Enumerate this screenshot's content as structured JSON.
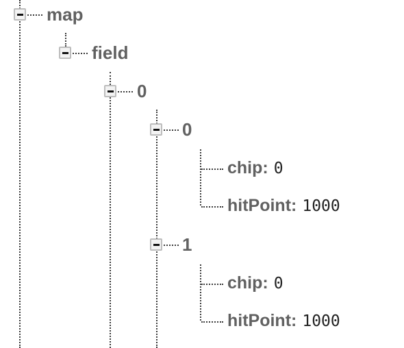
{
  "tree": {
    "root": {
      "key": "map"
    },
    "field": {
      "key": "field"
    },
    "row0": {
      "key": "0"
    },
    "cell00": {
      "key": "0",
      "props": [
        {
          "key": "chip",
          "value": "0"
        },
        {
          "key": "hitPoint",
          "value": "1000"
        }
      ]
    },
    "cell01": {
      "key": "1",
      "props": [
        {
          "key": "chip",
          "value": "0"
        },
        {
          "key": "hitPoint",
          "value": "1000"
        }
      ]
    },
    "separator": ":"
  }
}
